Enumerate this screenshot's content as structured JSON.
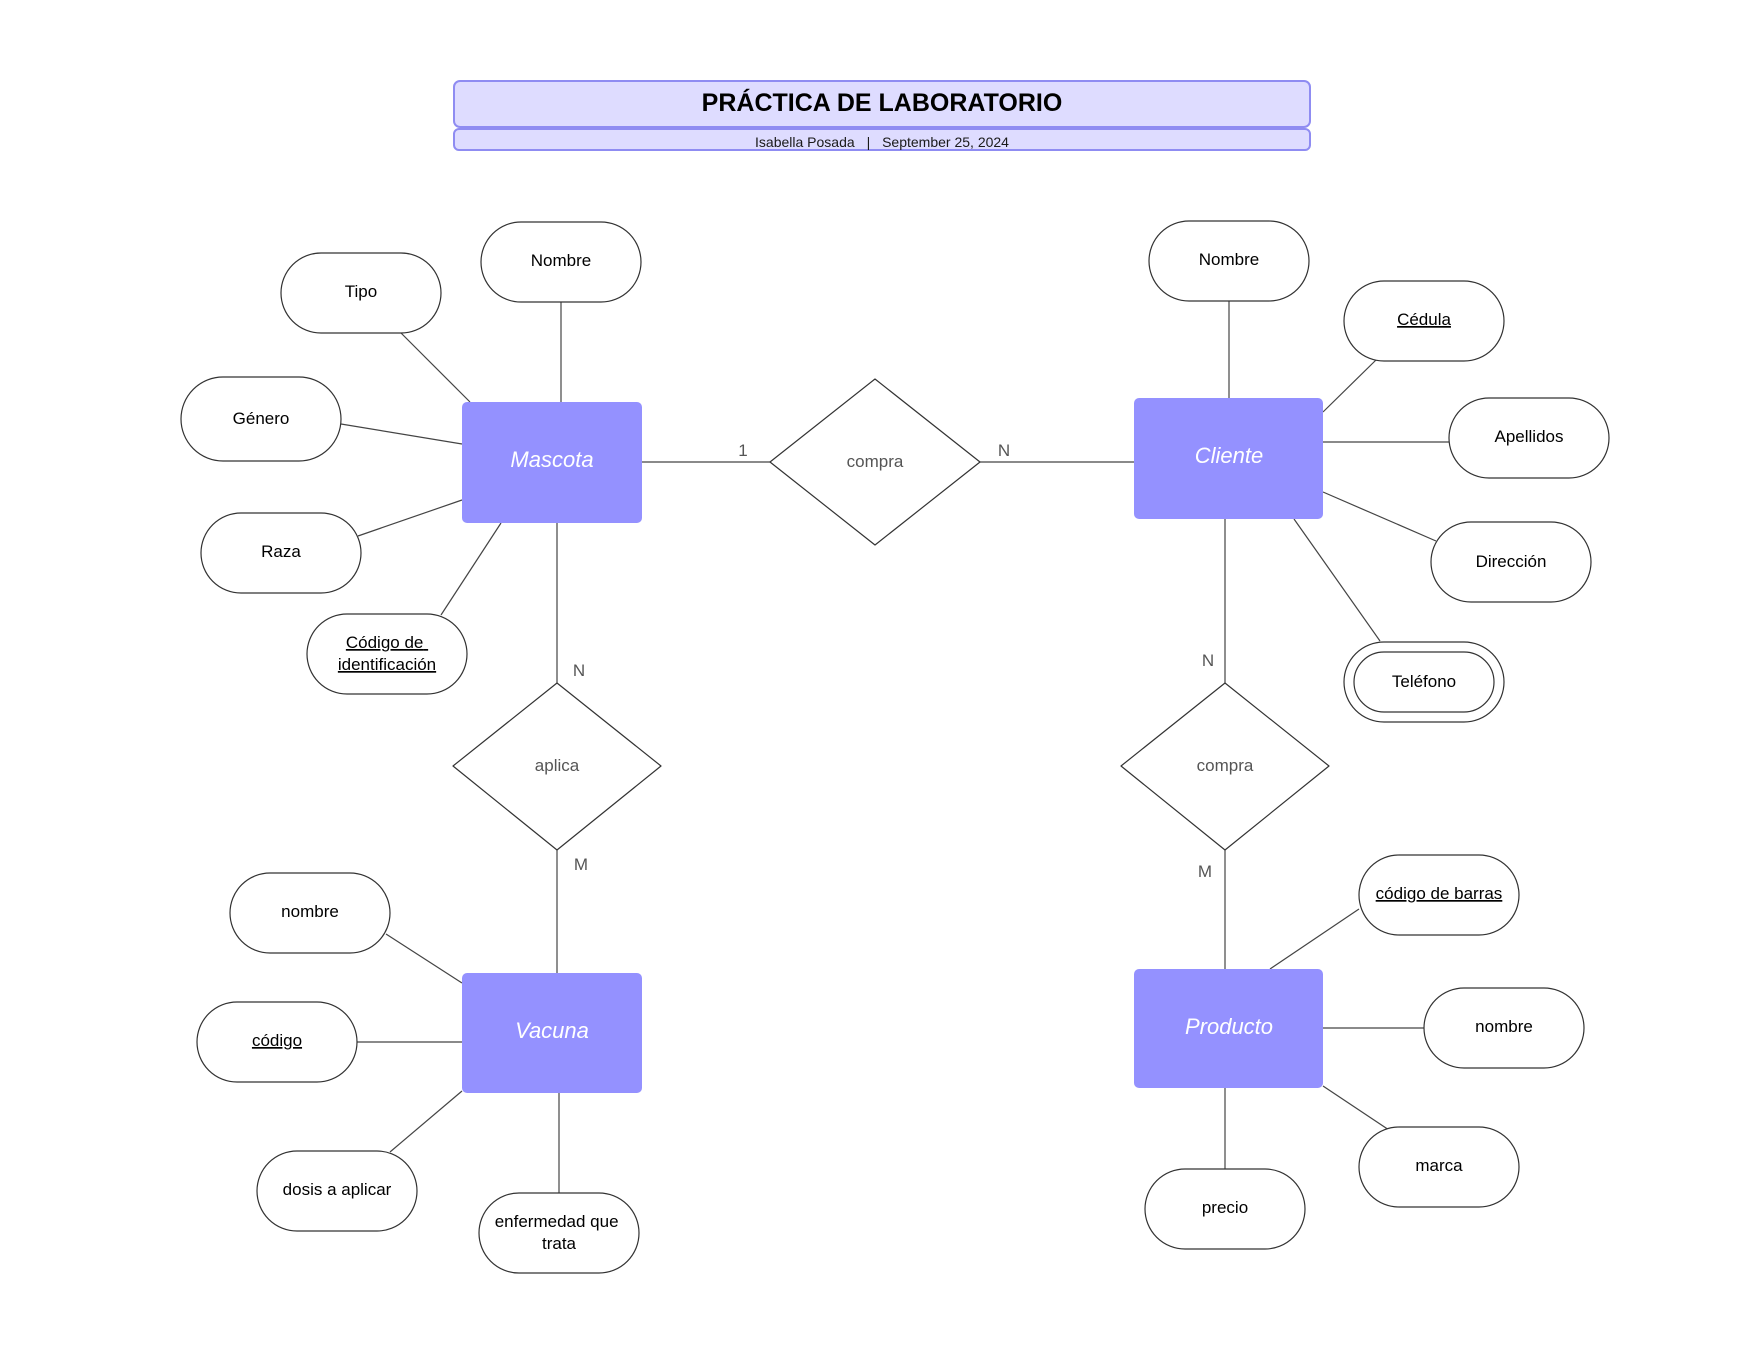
{
  "header": {
    "title": "PRÁCTICA DE LABORATORIO",
    "author": "Isabella Posada",
    "separator": "|",
    "date": "September 25, 2024",
    "colors": {
      "fill": "#dedcff",
      "border": "#8f8cf2"
    }
  },
  "colors": {
    "entity": "#9491ff"
  },
  "entities": {
    "mascota": "Mascota",
    "cliente": "Cliente",
    "vacuna": "Vacuna",
    "producto": "Producto"
  },
  "relationships": {
    "mascota_cliente": "compra",
    "mascota_vacuna": "aplica",
    "cliente_producto": "compra"
  },
  "cardinalities": {
    "mascota_side": "1",
    "cliente_side": "N",
    "aplica_top": "N",
    "aplica_bottom": "M",
    "compra2_top": "N",
    "compra2_bottom": "M"
  },
  "attributes": {
    "mascota": {
      "nombre": "Nombre",
      "tipo": "Tipo",
      "genero": "Género",
      "raza": "Raza",
      "codigo_line1": "Código de",
      "codigo_line2": "identificación"
    },
    "cliente": {
      "nombre": "Nombre",
      "cedula": "Cédula",
      "apellidos": "Apellidos",
      "direccion": "Dirección",
      "telefono": "Teléfono"
    },
    "vacuna": {
      "nombre": "nombre",
      "codigo": "código",
      "dosis": "dosis a aplicar",
      "enfermedad_line1": "enfermedad que",
      "enfermedad_line2": "trata"
    },
    "producto": {
      "codigo_barras": "código de barras",
      "nombre": "nombre",
      "marca": "marca",
      "precio": "precio"
    }
  }
}
